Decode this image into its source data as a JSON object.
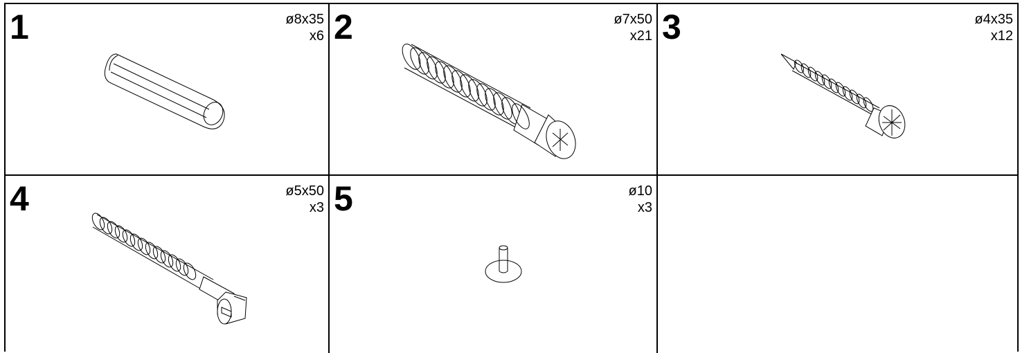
{
  "parts": [
    {
      "number": "1",
      "size": "ø8x35",
      "qty": "x6",
      "icon": "wooden-dowel-icon"
    },
    {
      "number": "2",
      "size": "ø7x50",
      "qty": "x21",
      "icon": "euro-screw-icon"
    },
    {
      "number": "3",
      "size": "ø4x35",
      "qty": "x12",
      "icon": "wood-screw-icon"
    },
    {
      "number": "4",
      "size": "ø5x50",
      "qty": "x3",
      "icon": "slotted-screw-pin-icon"
    },
    {
      "number": "5",
      "size": "ø10",
      "qty": "x3",
      "icon": "cap-pin-icon"
    }
  ]
}
